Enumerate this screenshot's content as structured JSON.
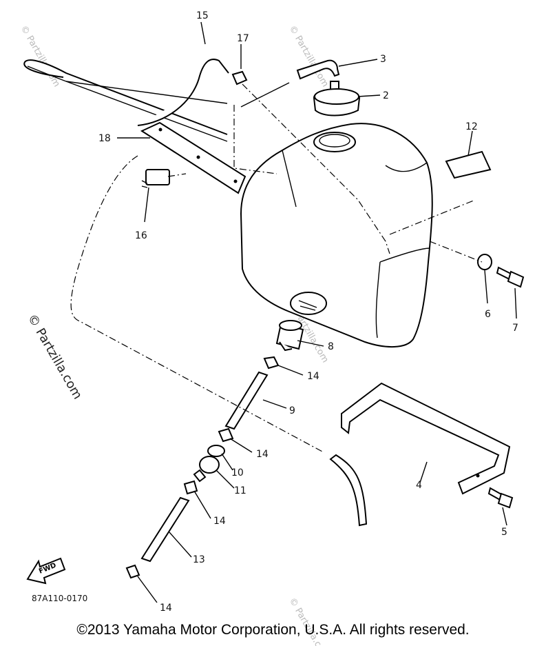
{
  "diagram": {
    "drawing_code": "87A110-0170",
    "fwd_label": "FWD",
    "copyright": "©2013 Yamaha Motor Corporation, U.S.A. All rights reserved.",
    "watermark": "© Partzilla.com",
    "watermark_small": "© Partzilla.com",
    "callouts": [
      {
        "id": "c15",
        "label": "15"
      },
      {
        "id": "c17",
        "label": "17"
      },
      {
        "id": "c3",
        "label": "3"
      },
      {
        "id": "c2",
        "label": "2"
      },
      {
        "id": "c12",
        "label": "12"
      },
      {
        "id": "c18",
        "label": "18"
      },
      {
        "id": "c16",
        "label": "16"
      },
      {
        "id": "c6",
        "label": "6"
      },
      {
        "id": "c7",
        "label": "7"
      },
      {
        "id": "c8",
        "label": "8"
      },
      {
        "id": "c14a",
        "label": "14"
      },
      {
        "id": "c9",
        "label": "9"
      },
      {
        "id": "c14b",
        "label": "14"
      },
      {
        "id": "c10",
        "label": "10"
      },
      {
        "id": "c11",
        "label": "11"
      },
      {
        "id": "c14c",
        "label": "14"
      },
      {
        "id": "c4",
        "label": "4"
      },
      {
        "id": "c5",
        "label": "5"
      },
      {
        "id": "c13",
        "label": "13"
      },
      {
        "id": "c14d",
        "label": "14"
      }
    ]
  }
}
